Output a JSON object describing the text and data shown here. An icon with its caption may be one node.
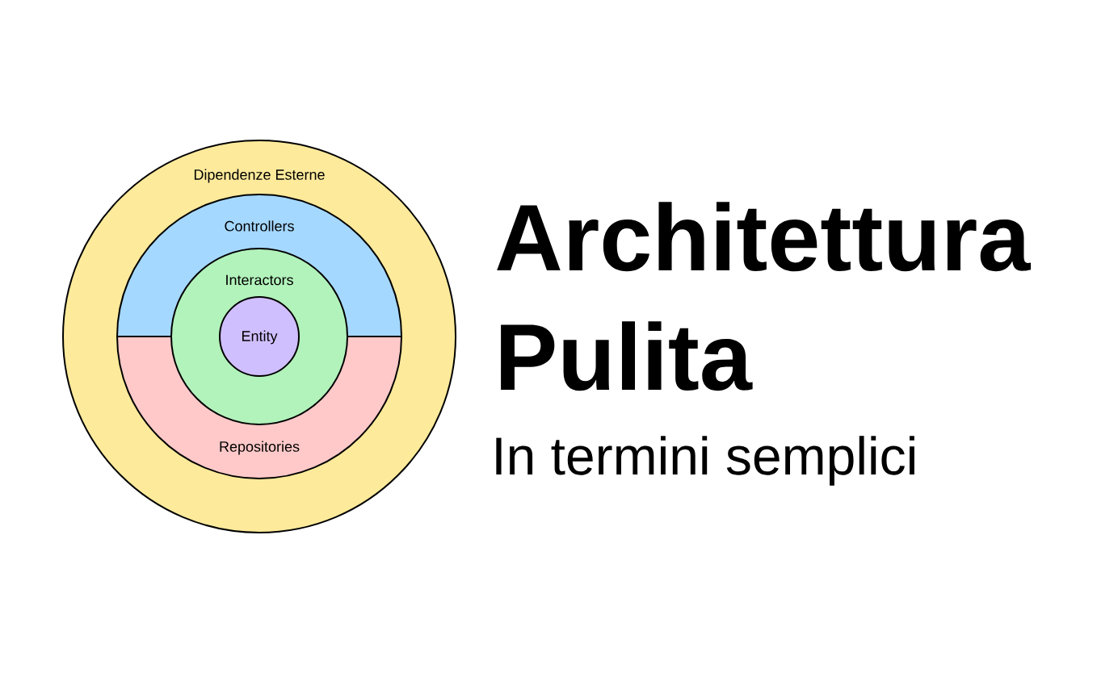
{
  "diagram": {
    "title": "Architettura Pulita",
    "nodes": [
      {
        "text": [
          "Dipendenze Esterne"
        ]
      },
      {
        "text": [
          "Controllers"
        ],
        "in": 0
      },
      {
        "text": [
          "Repositories"
        ],
        "in": 0
      },
      {
        "text": [
          "Interactors"
        ],
        "in": 0
      },
      {
        "text": [
          "Entity"
        ],
        "in": 3
      }
    ],
    "labels": [
      "In termini semplici"
    ]
  }
}
